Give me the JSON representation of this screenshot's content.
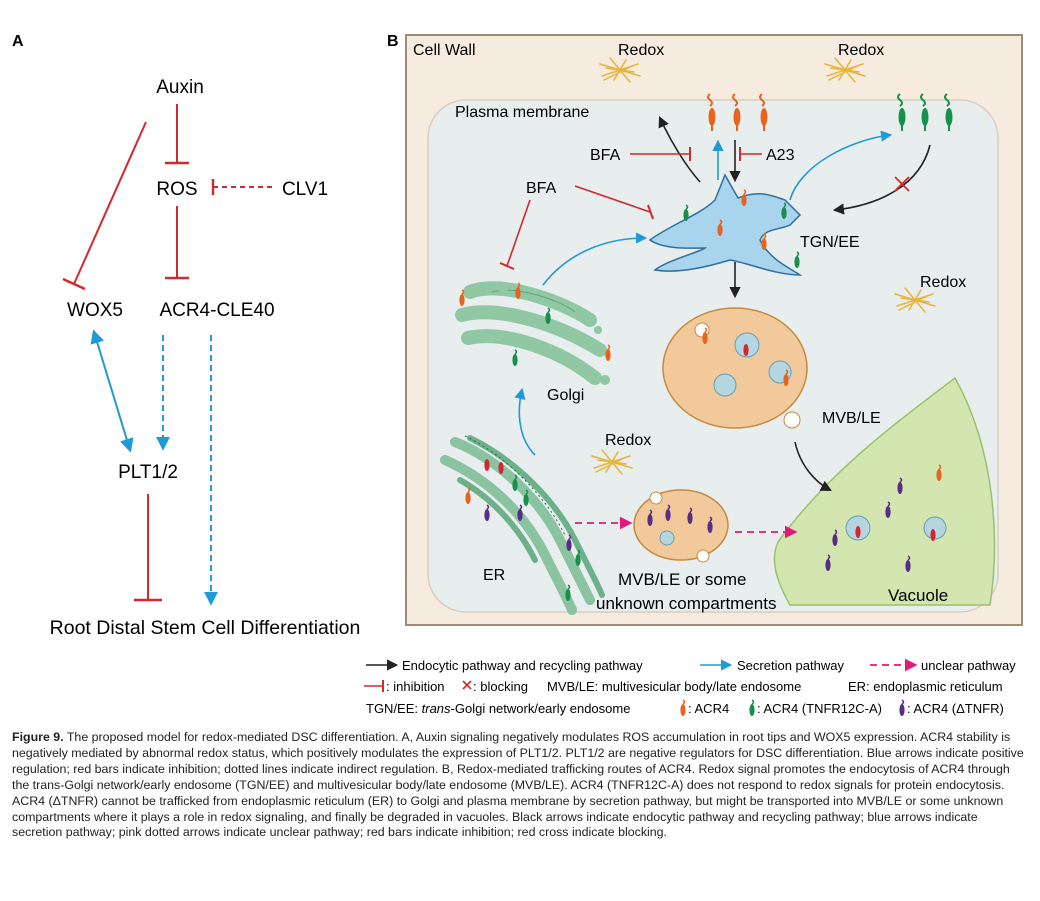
{
  "panel_a": {
    "label": "A",
    "nodes": {
      "auxin": "Auxin",
      "ros": "ROS",
      "clv1": "CLV1",
      "wox5": "WOX5",
      "acr4_cle40": "ACR4-CLE40",
      "plt12": "PLT1/2",
      "root_dsc": "Root Distal Stem Cell Differentiation"
    }
  },
  "panel_b": {
    "label": "B",
    "cell_wall": "Cell Wall",
    "plasma_membrane": "Plasma membrane",
    "redox": "Redox",
    "bfa": "BFA",
    "a23": "A23",
    "tgn_ee": "TGN/EE",
    "golgi": "Golgi",
    "mvb_le": "MVB/LE",
    "er": "ER",
    "mvb_unknown_line1": "MVB/LE or some",
    "mvb_unknown_line2": "unknown compartments",
    "vacuole": "Vacuole"
  },
  "legend": {
    "endocytic": "Endocytic pathway and recycling pathway",
    "secretion": "Secretion pathway",
    "unclear": "unclear pathway",
    "inhibition": ": inhibition",
    "blocking": ": blocking",
    "mvb_def": "MVB/LE: multivesicular body/late endosome",
    "er_def": "ER: endoplasmic reticulum",
    "tgn_def_prefix": "TGN/EE: ",
    "tgn_def_italic": "trans",
    "tgn_def_suffix": "-Golgi network/early endosome",
    "acr4": ": ACR4",
    "acr4_tnfr12c": ": ACR4 (TNFR12C-A)",
    "acr4_dtnfr": ": ACR4 (ΔTNFR)"
  },
  "caption": {
    "figure_label": "Figure 9.",
    "text": " The proposed model for redox-mediated DSC differentiation. A, Auxin signaling negatively modulates ROS accumulation in root tips and WOX5 expression. ACR4 stability is negatively mediated by abnormal redox status, which positively modulates the expression of PLT1/2. PLT1/2 are negative regulators for DSC differentiation. Blue arrows indicate positive regulation; red bars indicate inhibition; dotted lines indicate indirect regulation. B, Redox-mediated trafficking routes of ACR4. Redox signal promotes the endocytosis of ACR4 through the trans-Golgi network/early endosome (TGN/EE) and multivesicular body/late endosome (MVB/LE). ACR4 (TNFR12C-A) does not respond to redox signals for protein endocytosis. ACR4 (ΔTNFR) cannot be trafficked from endoplasmic reticulum (ER) to Golgi and plasma membrane by secretion pathway, but might be transported into MVB/LE or some unknown compartments where it plays a role in redox signaling, and finally be degraded in vacuoles. Black arrows indicate endocytic pathway and recycling pathway; blue arrows indicate secretion pathway; pink dotted arrows indicate unclear pathway; red bars indicate inhibition; red cross indicate blocking."
  },
  "colors": {
    "red": "#d3282d",
    "blue": "#1e9ad6",
    "pink": "#e2187a",
    "orange": "#e8641e",
    "green": "#16904a",
    "purple": "#5b2b86",
    "cell_wall": "#f5ecdf",
    "cell_wall_border": "#a08c74",
    "cytoplasm": "#e8eded",
    "tgn": "#a8d4ee",
    "mvb": "#f2c99a",
    "vacuole": "#d3e6b0",
    "er": "#89c3a0",
    "redox_star": "#e8b33a"
  }
}
